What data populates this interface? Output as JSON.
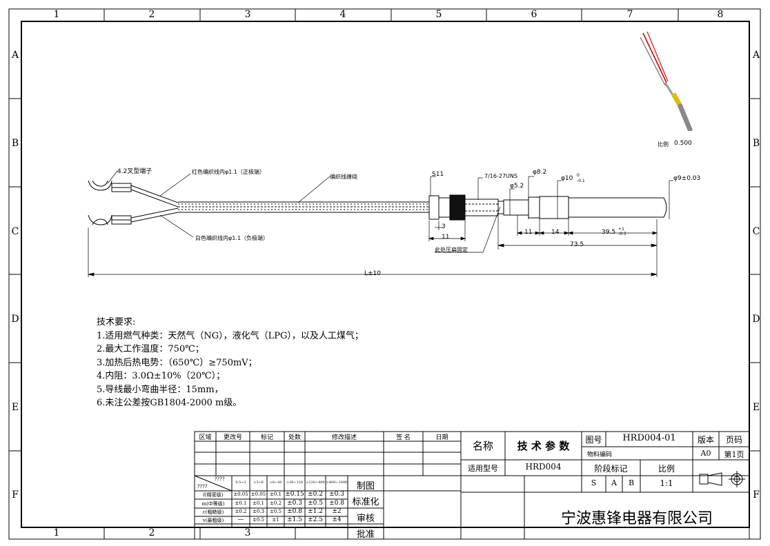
{
  "frame": {
    "columns": [
      "1",
      "2",
      "3",
      "4",
      "5",
      "6",
      "7",
      "8"
    ],
    "rows": [
      "A",
      "B",
      "C",
      "D",
      "E",
      "F"
    ]
  },
  "drawing": {
    "labels": {
      "terminal": "4.2叉型端子",
      "red_wire": "红色编织线内φ1.1（正极端）",
      "white_wire": "白色编织线内φ1.1（负极端）",
      "braid": "编织线缠绕",
      "s11": "S11",
      "thread": "7/16-27UNS",
      "d82": "φ8.2",
      "d52": "φ5.2",
      "d10": "φ10",
      "d10_tol_upper": "0",
      "d10_tol_lower": "-0.1",
      "d9": "φ9±0.03",
      "dim3": "3",
      "dim11a": "11",
      "dim11b": "11",
      "dim14": "14",
      "dim395": "39.5",
      "dim395_tol_upper": "+1",
      "dim395_tol_lower": "-0.5",
      "dim735": "73.5",
      "dimL": "L±10",
      "crimp": "此处压扁固定"
    },
    "thumbnail": {
      "scale_label": "比例",
      "scale_value": "0.500"
    }
  },
  "tech_requirements": {
    "title": "技术要求:",
    "items": [
      "1.适用燃气种类：天然气（NG），液化气（LPG），以及人工煤气；",
      "2.最大工作温度：750℃；",
      "3.加热后热电势：（650℃）≥750mV；",
      "4.内阻：3.0Ω±10%（20℃）；",
      "5.导线最小弯曲半径：15mm，",
      "6.未注公差按GB1804-2000 m级。"
    ]
  },
  "revision_table": {
    "headers": [
      "区域",
      "更改号",
      "标记",
      "处数",
      "修改描述",
      "签 名",
      "日期"
    ]
  },
  "tolerance_table": {
    "corner_top": "????",
    "corner_bottom": "????",
    "ranges": [
      "0.5~3",
      ">3~6",
      ">6~30",
      ">30~120",
      ">120~400",
      ">400~1000"
    ],
    "rows": [
      {
        "grade": "f(精密级)",
        "values": [
          "±0.05",
          "±0.05",
          "±0.1",
          "±0.15",
          "±0.2",
          "±0.3"
        ]
      },
      {
        "grade": "m(中等级)",
        "values": [
          "±0.1",
          "±0.1",
          "±0.2",
          "±0.3",
          "±0.5",
          "±0.8"
        ]
      },
      {
        "grade": "c(粗糙级)",
        "values": [
          "±0.2",
          "±0.3",
          "±0.5",
          "±0.8",
          "±1.2",
          "±2"
        ]
      },
      {
        "grade": "v(最粗级)",
        "values": [
          "—",
          "±0.5",
          "±1",
          "±1.5",
          "±2.5",
          "±4"
        ]
      }
    ],
    "sign_labels": [
      "制图",
      "标准化",
      "审核",
      "批准"
    ]
  },
  "title_block": {
    "name_label": "名称",
    "name_value": "技 术 参 数",
    "model_label": "适用型号",
    "model_value": "HRD004",
    "drawing_no_label": "图号",
    "drawing_no_value": "HRD004-01",
    "material_code_label": "物料编码",
    "stage_label": "阶段标记",
    "stage_cells": [
      "S",
      "A",
      "B"
    ],
    "scale_label": "比例",
    "scale_value": "1:1",
    "version_label": "版本",
    "version_value": "A0",
    "page_label": "页码",
    "page_value": "第1页",
    "company": "宁波惠锋电器有限公司"
  }
}
